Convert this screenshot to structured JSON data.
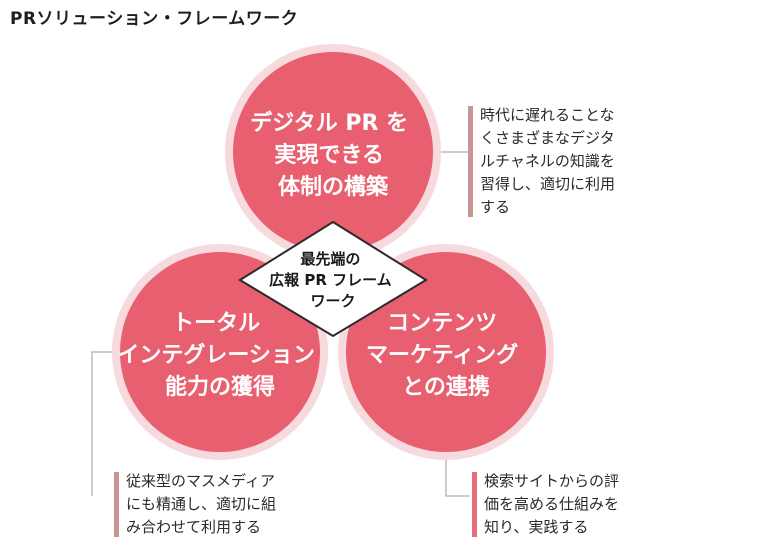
{
  "title": "PRソリューション・フレームワーク",
  "circles": {
    "top": {
      "lines": [
        "デジタル PR を",
        "実現できる",
        "体制の構築"
      ]
    },
    "left": {
      "lines": [
        "トータル",
        "インテグレーション",
        "能力の獲得"
      ]
    },
    "right": {
      "lines": [
        "コンテンツ",
        "マーケティング",
        "との連携"
      ]
    }
  },
  "center": {
    "lines": [
      "最先端の",
      "広報 PR フレーム",
      "ワーク"
    ]
  },
  "notes": {
    "top_right": {
      "lines": [
        "時代に遅れることな",
        "くさまざまなデジタ",
        "ルチャネルの知識を",
        "習得し、適切に利用",
        "する"
      ]
    },
    "bottom_left": {
      "lines": [
        "従来型のマスメディア",
        "にも精通し、適切に組",
        "み合わせて利用する"
      ]
    },
    "bottom_right": {
      "lines": [
        "検索サイトからの評",
        "価を高める仕組みを",
        "知り、実践する"
      ]
    }
  },
  "colors": {
    "circle_fill": "#e8606f",
    "circle_halo": "#f7dadd",
    "connector": "#c9b6b6",
    "bar_muted": "#c99494",
    "bar_accent": "#e66b7d"
  }
}
